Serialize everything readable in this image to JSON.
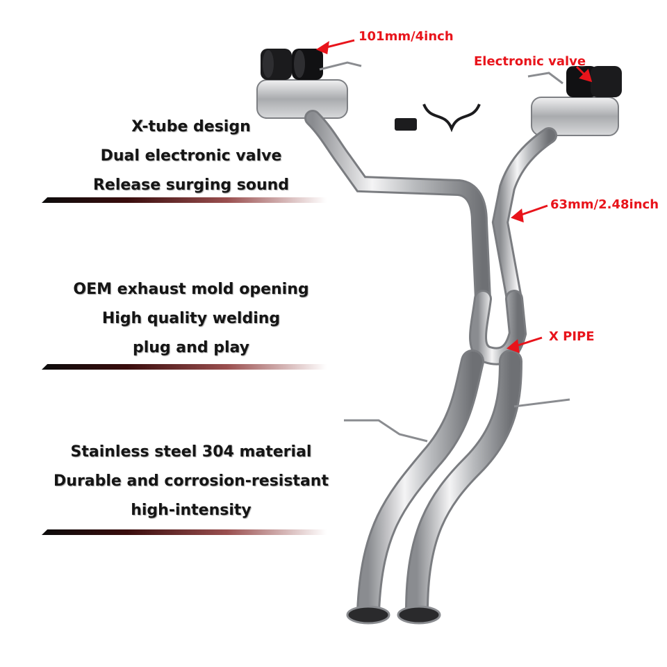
{
  "features": [
    {
      "lines": [
        "X-tube design",
        "Dual electronic valve",
        "Release surging sound"
      ]
    },
    {
      "lines": [
        "OEM exhaust mold opening",
        "High quality welding",
        "plug and play"
      ]
    },
    {
      "lines": [
        "Stainless steel 304 material",
        "Durable and corrosion-resistant",
        "high-intensity"
      ]
    }
  ],
  "callouts": {
    "tip_size": "101mm/4inch",
    "valve": "Electronic valve",
    "pipe_size": "63mm/2.48inch",
    "xpipe": "X PIPE"
  },
  "colors": {
    "callout": "#e8141b",
    "text": "#151515",
    "pipe": "#c9c9cb"
  }
}
